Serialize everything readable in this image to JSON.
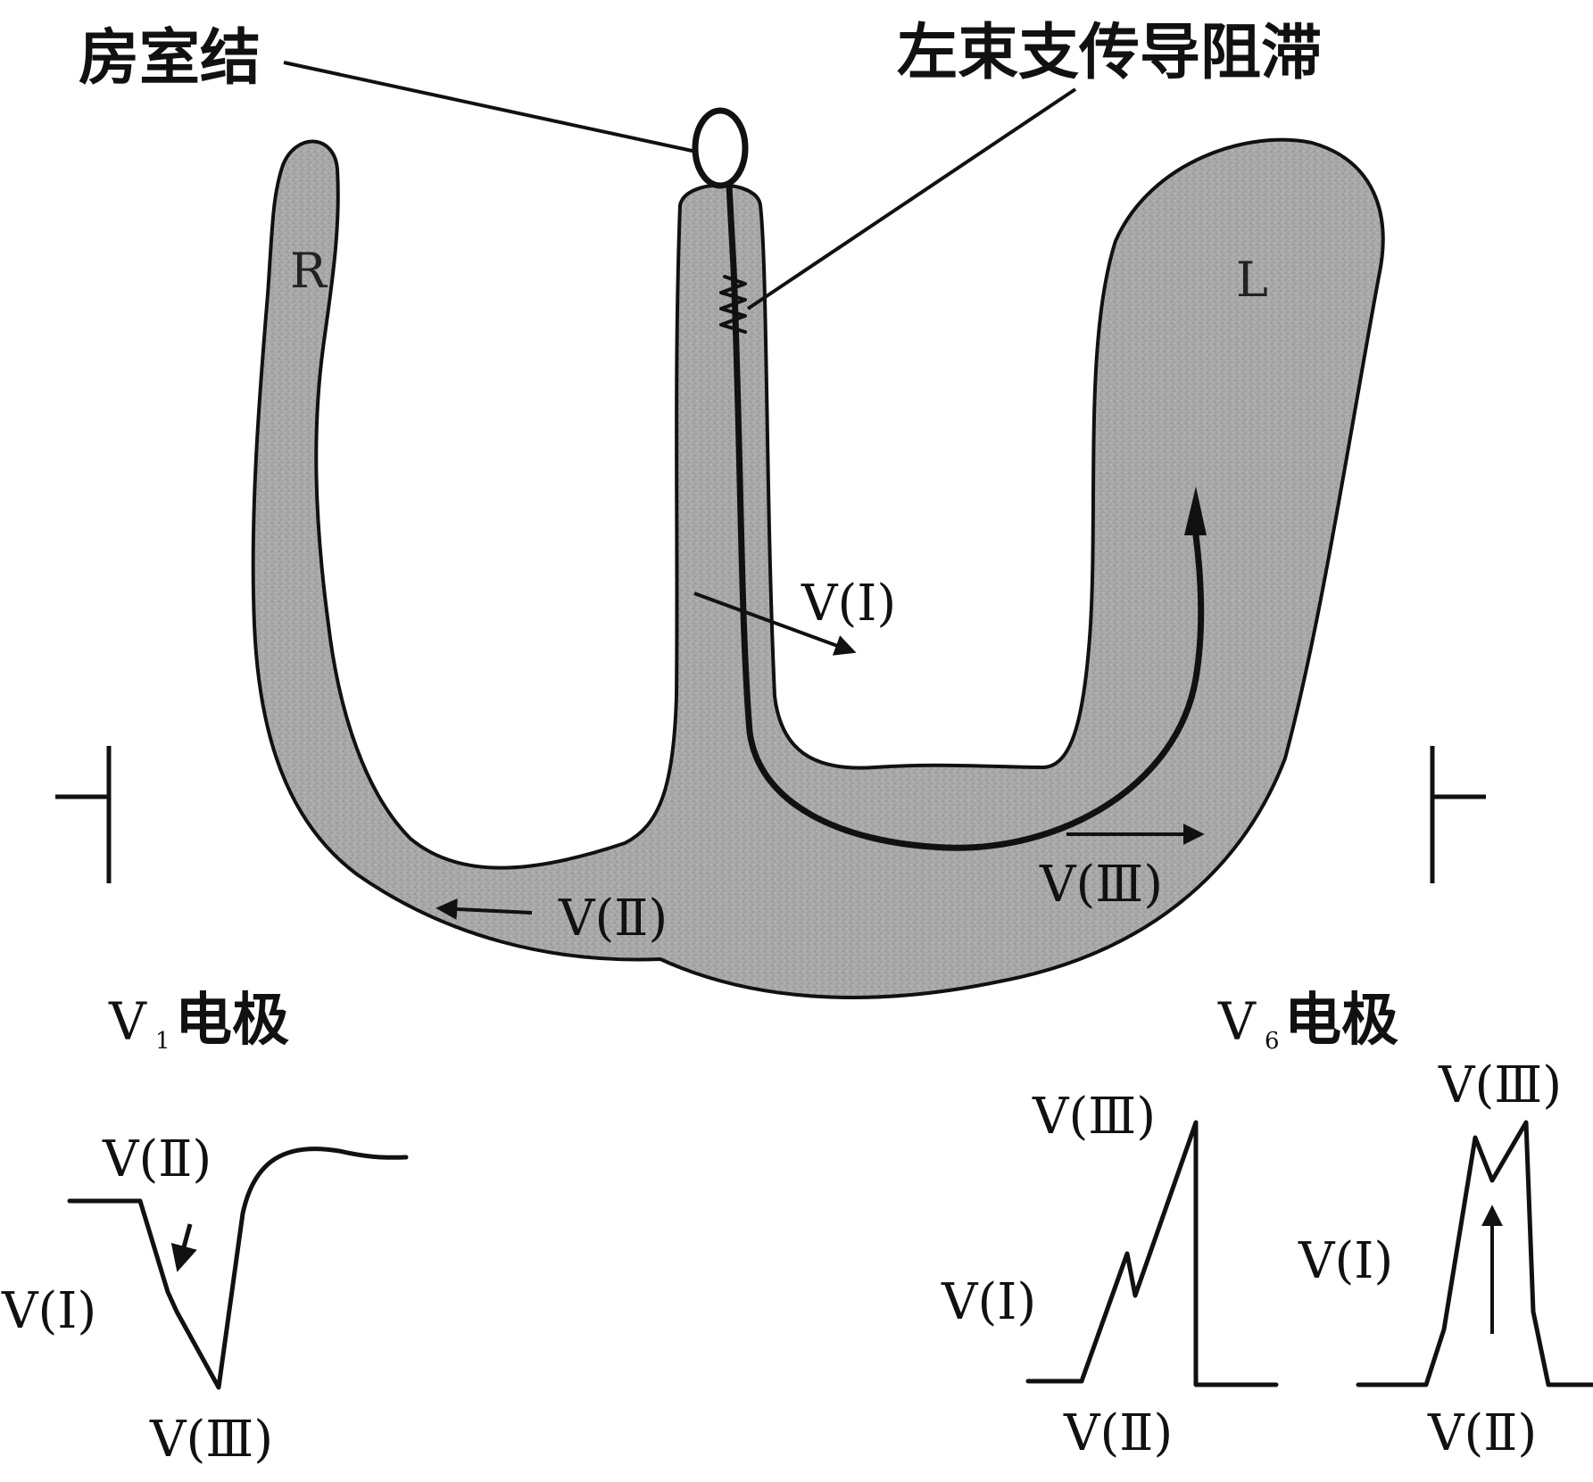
{
  "labels": {
    "av_node": "房室结",
    "lbbb": "左束支传导阻滞",
    "right_ventricle": "R",
    "left_ventricle": "L",
    "vector_1": "V(Ⅰ)",
    "vector_2": "V(Ⅱ)",
    "vector_3": "V(Ⅲ)",
    "v1_electrode": "电极",
    "v6_electrode": "电极",
    "v1_prefix": "V",
    "v1_sub": "1",
    "v6_prefix": "V",
    "v6_sub": "6"
  },
  "waveforms": {
    "v1": {
      "label_2": "V(Ⅱ)",
      "label_1": "V(Ⅰ)",
      "label_3": "V(Ⅲ)"
    },
    "v6_a": {
      "label_3": "V(Ⅲ)",
      "label_1": "V(Ⅰ)",
      "label_2": "V(Ⅱ)"
    },
    "v6_b": {
      "label_3": "V(Ⅲ)",
      "label_1": "V(Ⅰ)",
      "label_2": "V(Ⅱ)"
    }
  },
  "colors": {
    "myocardium": "#a9a9a9",
    "ink": "#111111"
  }
}
